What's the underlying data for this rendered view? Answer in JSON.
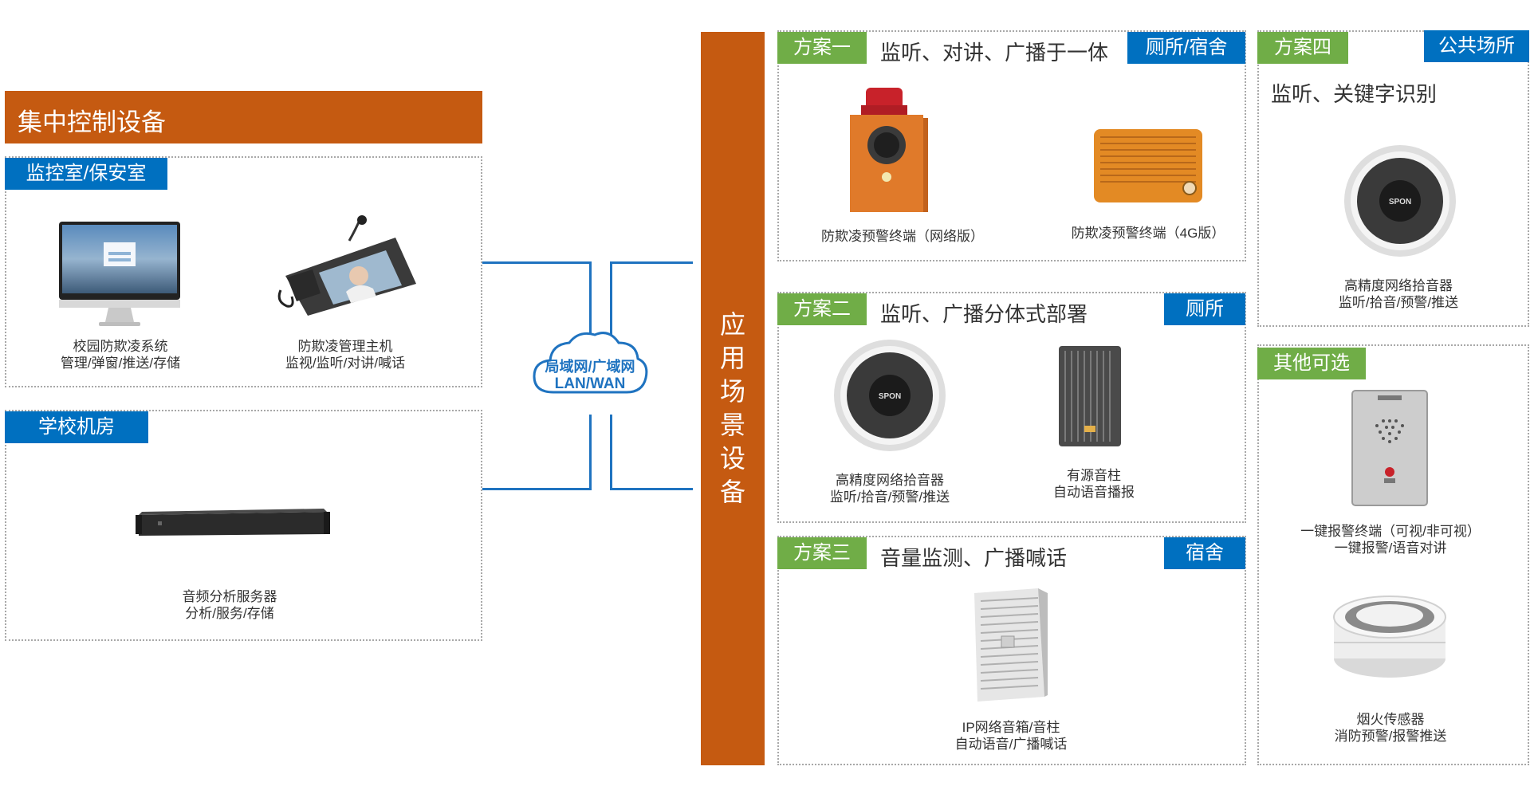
{
  "control": {
    "header": "集中控制设备",
    "monitor_room": {
      "label": "监控室/保安室",
      "device1": {
        "name": "校园防欺凌系统",
        "desc": "管理/弹窗/推送/存储"
      },
      "device2": {
        "name": "防欺凌管理主机",
        "desc": "监视/监听/对讲/喊话"
      }
    },
    "server_room": {
      "label": "学校机房",
      "device1": {
        "name": "音频分析服务器",
        "desc": "分析/服务/存储"
      }
    }
  },
  "network": {
    "line1": "局域网/广域网",
    "line2": "LAN/WAN"
  },
  "scene_bar": [
    "应",
    "用",
    "场",
    "景",
    "设",
    "备"
  ],
  "plan1": {
    "tag": "方案一",
    "title": "监听、对讲、广播于一体",
    "place": "厕所/宿舍",
    "device1": "防欺凌预警终端（网络版）",
    "device2": "防欺凌预警终端（4G版）"
  },
  "plan2": {
    "tag": "方案二",
    "title": "监听、广播分体式部署",
    "place": "厕所",
    "device1": {
      "name": "高精度网络拾音器",
      "desc": "监听/拾音/预警/推送"
    },
    "device2": {
      "name": "有源音柱",
      "desc": "自动语音播报"
    }
  },
  "plan3": {
    "tag": "方案三",
    "title": "音量监测、广播喊话",
    "place": "宿舍",
    "device1": {
      "name": "IP网络音箱/音柱",
      "desc": "自动语音/广播喊话"
    }
  },
  "plan4": {
    "tag": "方案四",
    "title": "监听、关键字识别",
    "place": "公共场所",
    "device1": {
      "name": "高精度网络拾音器",
      "desc": "监听/拾音/预警/推送"
    }
  },
  "other": {
    "tag": "其他可选",
    "device1": {
      "name": "一键报警终端（可视/非可视）",
      "desc": "一键报警/语音对讲"
    },
    "device2": {
      "name": "烟火传感器",
      "desc": "消防预警/报警推送"
    }
  },
  "device_brand": "SPON",
  "colors": {
    "orange": "#c55a11",
    "blue": "#0070c0",
    "green": "#70ad47",
    "line": "#1f73c0"
  }
}
